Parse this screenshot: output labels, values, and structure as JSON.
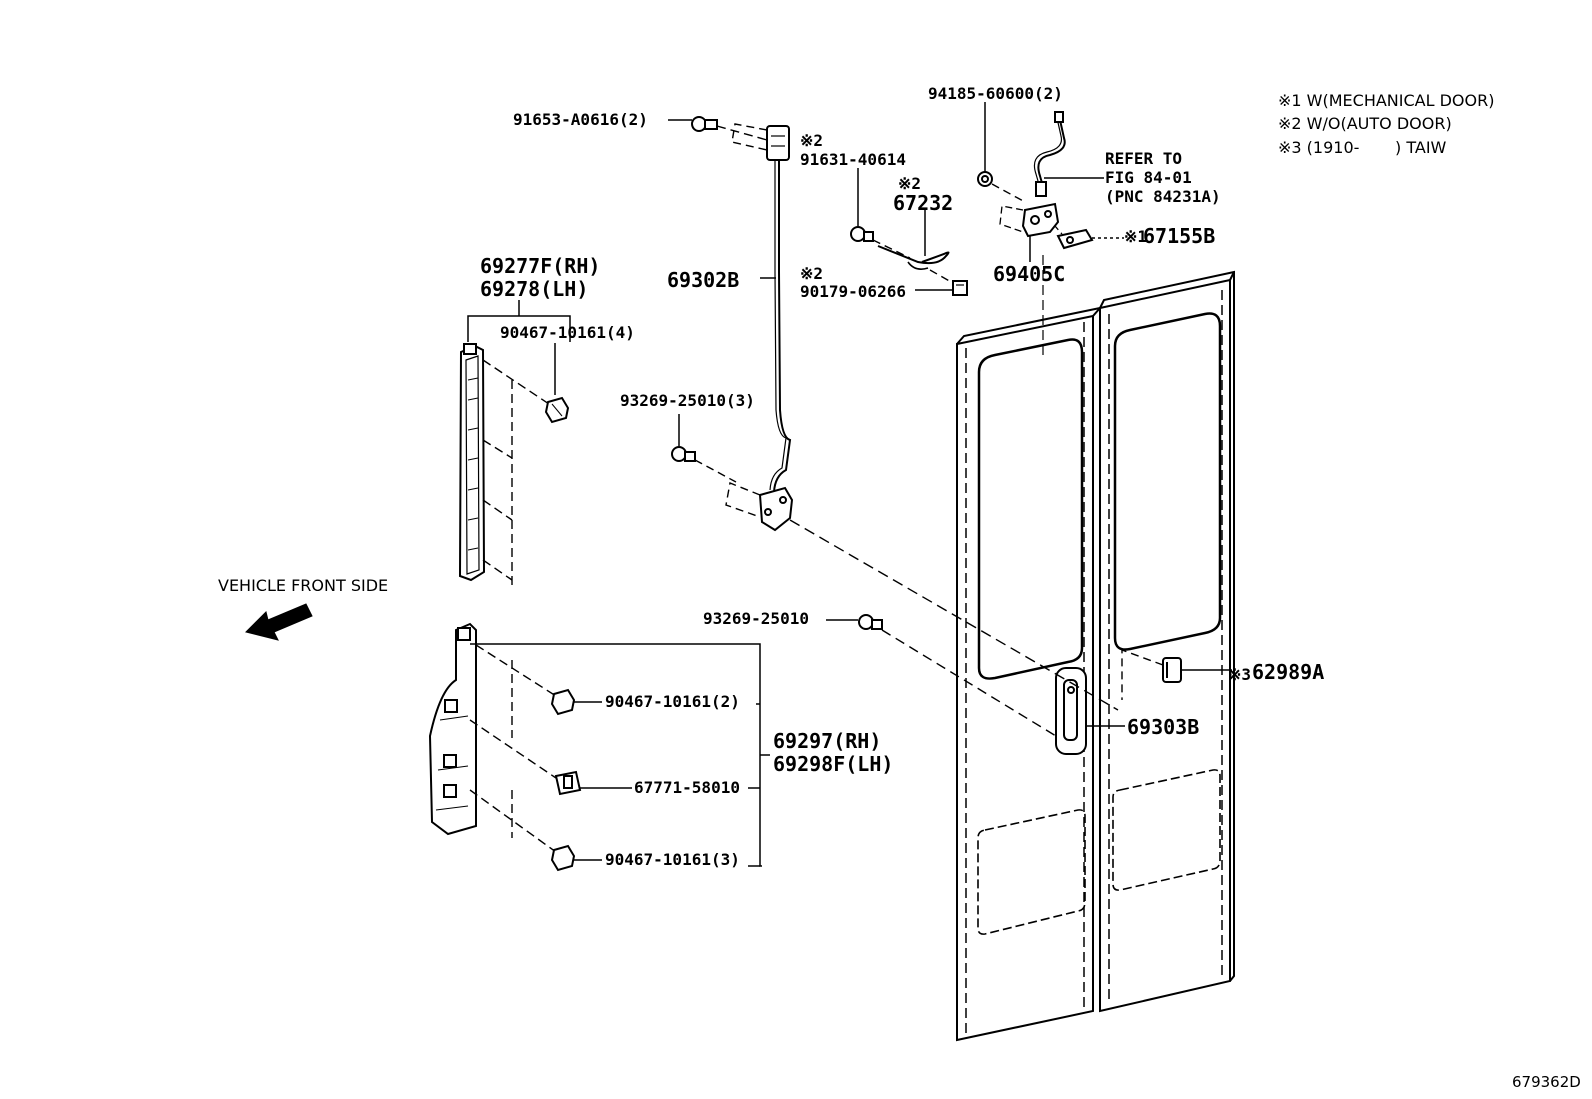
{
  "notes": [
    "※1 W(MECHANICAL DOOR)",
    "※2 W/O(AUTO DOOR)",
    "※3 (1910-       ) TAIW"
  ],
  "vehicle_front": "VEHICLE FRONT SIDE",
  "drawing_number": "679362D",
  "refer": {
    "line1": "REFER TO",
    "line2": "FIG 84-01",
    "line3": "(PNC 84231A)"
  },
  "parts": {
    "p91653": "91653-A0616(2)",
    "p91631_mark": "※2",
    "p91631": "91631-40614",
    "p67232_mark": "※2",
    "p67232": "67232",
    "p90179_mark": "※2",
    "p90179": "90179-06266",
    "p94185": "94185-60600(2)",
    "p69405C": "69405C",
    "p67155B_mark": "※1",
    "p67155B": "67155B",
    "p69277F": "69277F(RH)",
    "p69278": "69278(LH)",
    "p90467_4": "90467-10161(4)",
    "p69302B": "69302B",
    "p93269_3": "93269-25010(3)",
    "p93269": "93269-25010",
    "p62989A_mark": "※3",
    "p62989A": "62989A",
    "p69303B": "69303B",
    "p90467_2": "90467-10161(2)",
    "p69297": "69297(RH)",
    "p69298F": "69298F(LH)",
    "p67771": "67771-58010",
    "p90467_3": "90467-10161(3)"
  }
}
